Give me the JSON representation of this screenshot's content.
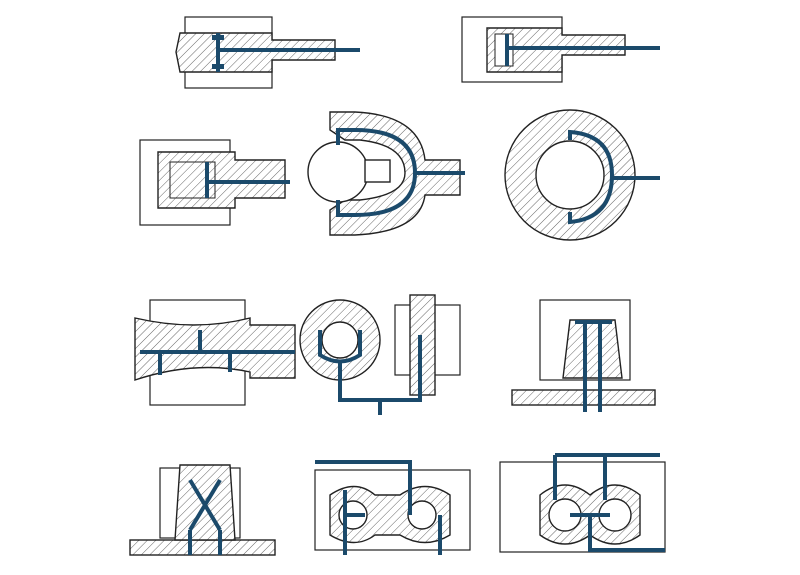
{
  "colors": {
    "conductor": "#1b4a6b",
    "outline": "#222222",
    "hatch": "#555555",
    "background": "#ffffff"
  },
  "figures": [
    {
      "id": "cylinder-seal-a"
    },
    {
      "id": "cylinder-seal-b"
    },
    {
      "id": "piston-assembly"
    },
    {
      "id": "ball-joint-housing"
    },
    {
      "id": "ball-ring"
    },
    {
      "id": "curved-block"
    },
    {
      "id": "ring-and-bolt"
    },
    {
      "id": "tapered-plug"
    },
    {
      "id": "cross-plug"
    },
    {
      "id": "double-ball-plate-a"
    },
    {
      "id": "double-ball-plate-b"
    }
  ]
}
